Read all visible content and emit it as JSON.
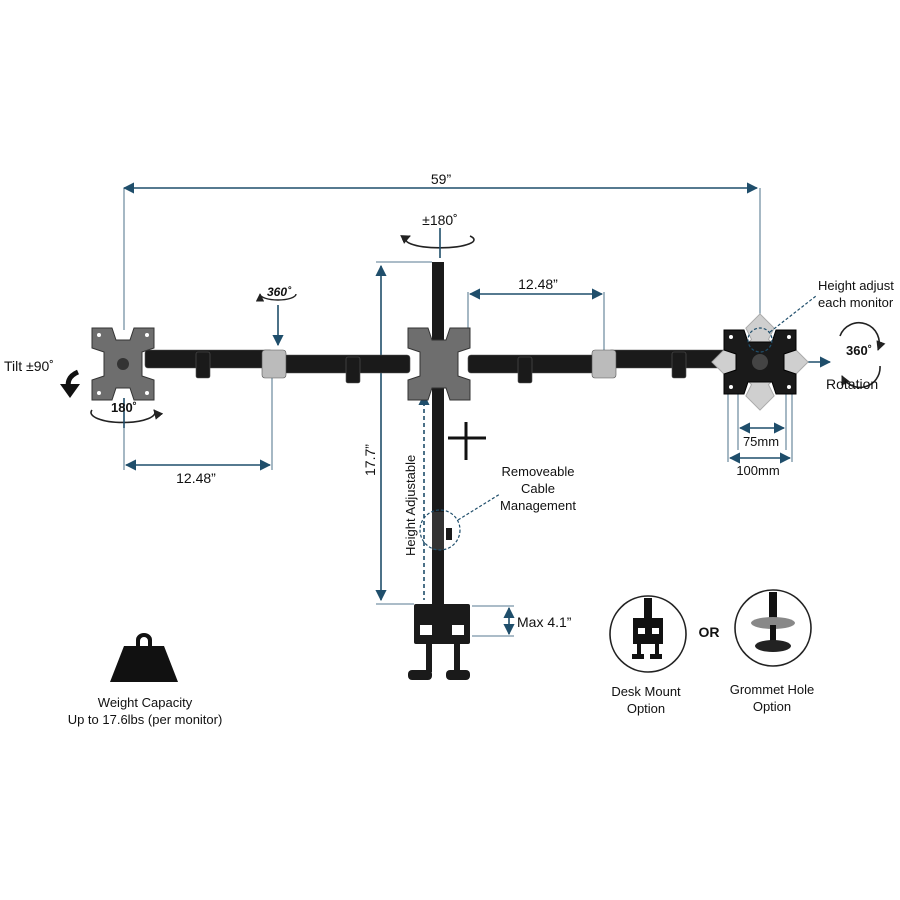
{
  "dimensions": {
    "total_width": "59”",
    "arm_length_left": "12.48”",
    "arm_length_right": "12.48”",
    "pole_height": "17.7”",
    "clamp_max": "Max 4.1”",
    "vesa_small": "75mm",
    "vesa_large": "100mm"
  },
  "rotation": {
    "pole_swivel": "±180˚",
    "left_tilt": "Tilt ±90˚",
    "left_swivel": "180˚",
    "arm_joint": "360˚",
    "right_rotation_value": "360˚",
    "right_rotation_label": "Rotation"
  },
  "callouts": {
    "height_adjustable": "Height Adjustable",
    "height_adjust_line1": "Height adjust",
    "height_adjust_line2": "each monitor",
    "cable_line1": "Removeable",
    "cable_line2": "Cable",
    "cable_line3": "Management"
  },
  "weight": {
    "line1": "Weight Capacity",
    "line2": "Up to 17.6lbs (per monitor)"
  },
  "mount_options": {
    "desk_line1": "Desk Mount",
    "desk_line2": "Option",
    "or_label": "OR",
    "grommet_line1": "Grommet Hole",
    "grommet_line2": "Option"
  },
  "colors": {
    "dimension_line": "#1f4e6b",
    "hardware": "#1a1a1a",
    "plate_gray": "#6e6e6e",
    "ghost_plate": "#cfcfcf"
  }
}
